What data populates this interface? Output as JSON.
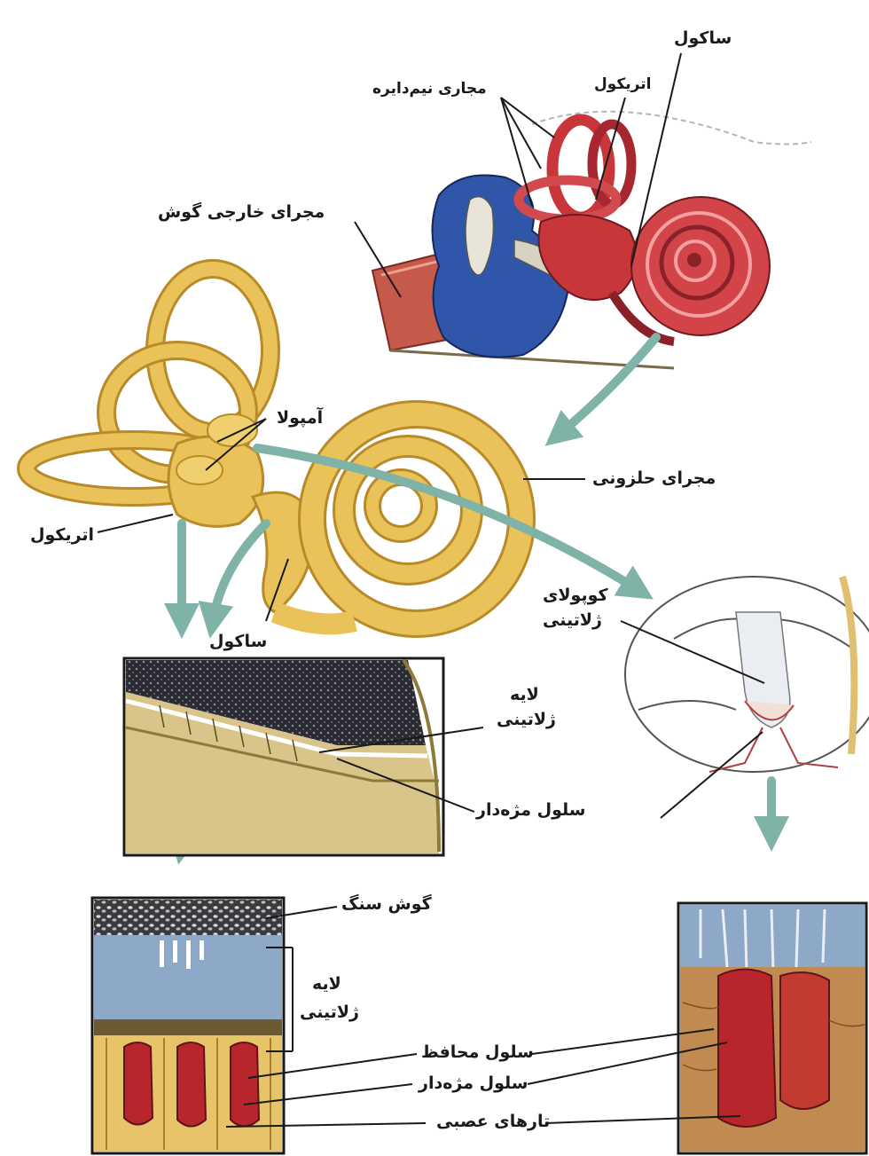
{
  "labels": {
    "saccule_top": "ساکول",
    "utricle_top": "اتریکول",
    "semicircular_canals": "مجاری نیم‌دایره",
    "external_ear_canal": "مجرای خارجی گوش",
    "ampulla": "آمپولا",
    "cochlear_duct": "مجرای حلزونی",
    "utricle_mid": "اتریکول",
    "saccule_mid": "ساکول",
    "cupula_line1": "کوپولای",
    "cupula_line2": "ژلاتینی",
    "gel_layer_mid_line1": "لایه",
    "gel_layer_mid_line2": "ژلاتینی",
    "hair_cell_mid": "سلول مژه‌دار",
    "otolith": "گوش سنگ",
    "gel_layer_bottom_line1": "لایه",
    "gel_layer_bottom_line2": "ژلاتینی",
    "supporting_cell": "سلول محافظ",
    "hair_cell_bottom": "سلول مژه‌دار",
    "nerve_fibers": "تارهای عصبی"
  },
  "colors": {
    "cochlea_red": "#c8363a",
    "bone_blue": "#2f56a8",
    "labyrinth_yellow": "#e9c35a",
    "arrow_teal": "#7fb3a8",
    "gel_blue": "#8ea8c8"
  }
}
